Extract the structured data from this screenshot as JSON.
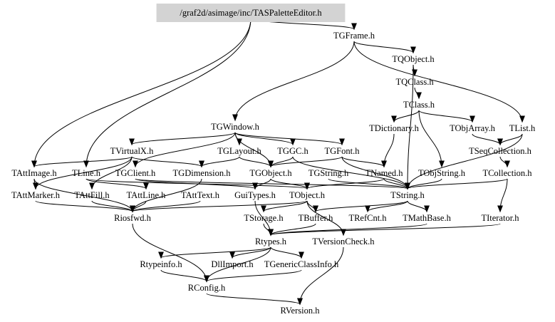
{
  "diagram": {
    "root": "/graf2d/asimage/inc/TASPaletteEditor.h",
    "nodes": [
      {
        "id": "root",
        "label": "/graf2d/asimage/inc/TASPaletteEditor.h",
        "highlight": true
      },
      {
        "id": "TGFrame",
        "label": "TGFrame.h"
      },
      {
        "id": "TQObject",
        "label": "TQObject.h"
      },
      {
        "id": "TQClass",
        "label": "TQClass.h"
      },
      {
        "id": "TClass",
        "label": "TClass.h"
      },
      {
        "id": "TGWindow",
        "label": "TGWindow.h"
      },
      {
        "id": "TDictionary",
        "label": "TDictionary.h"
      },
      {
        "id": "TObjArray",
        "label": "TObjArray.h"
      },
      {
        "id": "TList",
        "label": "TList.h"
      },
      {
        "id": "TVirtualX",
        "label": "TVirtualX.h"
      },
      {
        "id": "TGLayout",
        "label": "TGLayout.h"
      },
      {
        "id": "TGGC",
        "label": "TGGC.h"
      },
      {
        "id": "TGFont",
        "label": "TGFont.h"
      },
      {
        "id": "TSeqCollection",
        "label": "TSeqCollection.h"
      },
      {
        "id": "TAttImage",
        "label": "TAttImage.h"
      },
      {
        "id": "TLine",
        "label": "TLine.h"
      },
      {
        "id": "TGClient",
        "label": "TGClient.h"
      },
      {
        "id": "TGDimension",
        "label": "TGDimension.h"
      },
      {
        "id": "TGObject",
        "label": "TGObject.h"
      },
      {
        "id": "TGString",
        "label": "TGString.h"
      },
      {
        "id": "TNamed",
        "label": "TNamed.h"
      },
      {
        "id": "TObjString",
        "label": "TObjString.h"
      },
      {
        "id": "TCollection",
        "label": "TCollection.h"
      },
      {
        "id": "TAttMarker",
        "label": "TAttMarker.h"
      },
      {
        "id": "TAttFill",
        "label": "TAttFill.h"
      },
      {
        "id": "TAttLine",
        "label": "TAttLine.h"
      },
      {
        "id": "TAttText",
        "label": "TAttText.h"
      },
      {
        "id": "GuiTypes",
        "label": "GuiTypes.h"
      },
      {
        "id": "TObject",
        "label": "TObject.h"
      },
      {
        "id": "TString",
        "label": "TString.h"
      },
      {
        "id": "Riosfwd",
        "label": "Riosfwd.h"
      },
      {
        "id": "TStorage",
        "label": "TStorage.h"
      },
      {
        "id": "TBuffer",
        "label": "TBuffer.h"
      },
      {
        "id": "TRefCnt",
        "label": "TRefCnt.h"
      },
      {
        "id": "TMathBase",
        "label": "TMathBase.h"
      },
      {
        "id": "TIterator",
        "label": "TIterator.h"
      },
      {
        "id": "Rtypes",
        "label": "Rtypes.h"
      },
      {
        "id": "TVersionCheck",
        "label": "TVersionCheck.h"
      },
      {
        "id": "Rtypeinfo",
        "label": "Rtypeinfo.h"
      },
      {
        "id": "DllImport",
        "label": "DllImport.h"
      },
      {
        "id": "TGenericClassInfo",
        "label": "TGenericClassInfo.h"
      },
      {
        "id": "RConfig",
        "label": "RConfig.h"
      },
      {
        "id": "RVersion",
        "label": "RVersion.h"
      }
    ],
    "edges": [
      [
        "root",
        "TGFrame"
      ],
      [
        "root",
        "TAttImage"
      ],
      [
        "root",
        "TLine"
      ],
      [
        "TGFrame",
        "TQObject"
      ],
      [
        "TGFrame",
        "TList"
      ],
      [
        "TGFrame",
        "TGWindow"
      ],
      [
        "TQObject",
        "TQClass"
      ],
      [
        "TQObject",
        "TString"
      ],
      [
        "TQClass",
        "TClass"
      ],
      [
        "TClass",
        "TDictionary"
      ],
      [
        "TClass",
        "TObjArray"
      ],
      [
        "TClass",
        "TObjString"
      ],
      [
        "TDictionary",
        "TNamed"
      ],
      [
        "TObjArray",
        "TSeqCollection"
      ],
      [
        "TList",
        "TSeqCollection"
      ],
      [
        "TList",
        "TString"
      ],
      [
        "TGWindow",
        "TVirtualX"
      ],
      [
        "TGWindow",
        "TGLayout"
      ],
      [
        "TGWindow",
        "TGGC"
      ],
      [
        "TGWindow",
        "TGFont"
      ],
      [
        "TGWindow",
        "TGClient"
      ],
      [
        "TGWindow",
        "TGObject"
      ],
      [
        "TVirtualX",
        "TAttImage"
      ],
      [
        "TVirtualX",
        "TGDimension"
      ],
      [
        "TVirtualX",
        "TAttMarker"
      ],
      [
        "TVirtualX",
        "TAttFill"
      ],
      [
        "TGLayout",
        "TGDimension"
      ],
      [
        "TGLayout",
        "TGObject"
      ],
      [
        "TGGC",
        "TGObject"
      ],
      [
        "TGGC",
        "TString"
      ],
      [
        "TGFont",
        "TGObject"
      ],
      [
        "TGFont",
        "TNamed"
      ],
      [
        "TGFont",
        "TString"
      ],
      [
        "TSeqCollection",
        "TCollection"
      ],
      [
        "TAttImage",
        "TAttMarker"
      ],
      [
        "TAttImage",
        "Riosfwd"
      ],
      [
        "TLine",
        "TAttLine"
      ],
      [
        "TLine",
        "TObject"
      ],
      [
        "TGClient",
        "GuiTypes"
      ],
      [
        "TGClient",
        "TString"
      ],
      [
        "TGDimension",
        "Riosfwd"
      ],
      [
        "TGObject",
        "TObject"
      ],
      [
        "TGObject",
        "GuiTypes"
      ],
      [
        "TGString",
        "TString"
      ],
      [
        "TNamed",
        "TString"
      ],
      [
        "TNamed",
        "TObject"
      ],
      [
        "TObjString",
        "TString"
      ],
      [
        "TCollection",
        "TIterator"
      ],
      [
        "TCollection",
        "TString"
      ],
      [
        "TAttMarker",
        "Riosfwd"
      ],
      [
        "TAttFill",
        "Riosfwd"
      ],
      [
        "TAttLine",
        "Riosfwd"
      ],
      [
        "TAttText",
        "Riosfwd"
      ],
      [
        "GuiTypes",
        "Rtypes"
      ],
      [
        "TObject",
        "TStorage"
      ],
      [
        "TObject",
        "TBuffer"
      ],
      [
        "TObject",
        "Riosfwd"
      ],
      [
        "TObject",
        "TVersionCheck"
      ],
      [
        "TString",
        "TMathBase"
      ],
      [
        "TString",
        "TRefCnt"
      ],
      [
        "TString",
        "TBuffer"
      ],
      [
        "TStorage",
        "Rtypes"
      ],
      [
        "TBuffer",
        "Rtypes"
      ],
      [
        "TMathBase",
        "Rtypes"
      ],
      [
        "TIterator",
        "Rtypes"
      ],
      [
        "Riosfwd",
        "RConfig"
      ],
      [
        "Rtypes",
        "Rtypeinfo"
      ],
      [
        "Rtypes",
        "DllImport"
      ],
      [
        "Rtypes",
        "TGenericClassInfo"
      ],
      [
        "Rtypes",
        "RConfig"
      ],
      [
        "TVersionCheck",
        "RVersion"
      ],
      [
        "Rtypeinfo",
        "RConfig"
      ],
      [
        "TGenericClassInfo",
        "RConfig"
      ],
      [
        "RConfig",
        "RVersion"
      ]
    ]
  }
}
